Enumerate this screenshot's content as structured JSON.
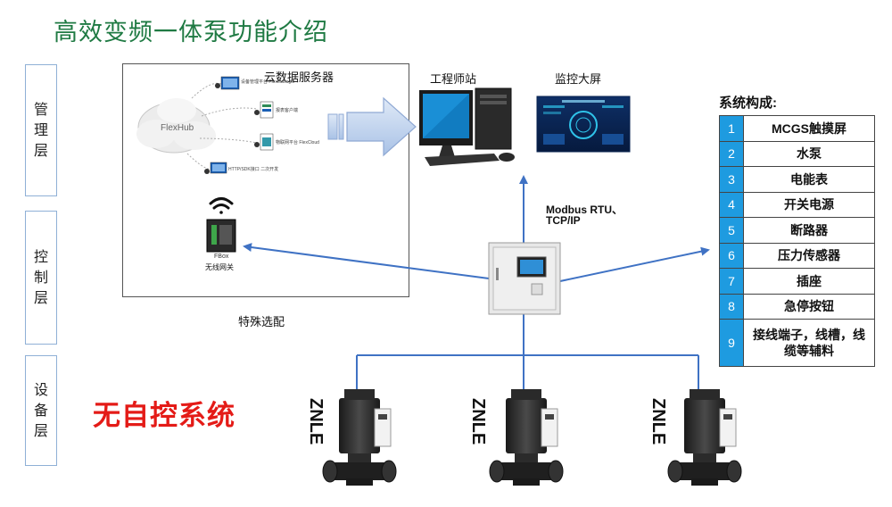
{
  "title": "高效变频一体泵功能介绍",
  "layers": [
    {
      "label": "管理层"
    },
    {
      "label": "控制层"
    },
    {
      "label": "设备层"
    }
  ],
  "cloud": {
    "server_label": "云数据服务器",
    "hub_label": "FlexHub",
    "items": [
      "设备管理平台 FlexManager",
      "报表客户端",
      "物联网平台 FlexCloud",
      "HTTP/SDK接口 二次开发"
    ],
    "gateway_label_1": "FBox",
    "gateway_label_2": "无线网关"
  },
  "special_option": "特殊选配",
  "workstation_label": "工程师站",
  "monitor_label": "监控大屏",
  "protocol_line1": "Modbus RTU、",
  "protocol_line2": "TCP/IP",
  "no_self_control": "无自控系统",
  "pump_brand": "ZNLE",
  "composition": {
    "title": "系统构成:",
    "items": [
      {
        "num": "1",
        "text": "MCGS触摸屏"
      },
      {
        "num": "2",
        "text": "水泵"
      },
      {
        "num": "3",
        "text": "电能表"
      },
      {
        "num": "4",
        "text": "开关电源"
      },
      {
        "num": "5",
        "text": "断路器"
      },
      {
        "num": "6",
        "text": "压力传感器"
      },
      {
        "num": "7",
        "text": "插座"
      },
      {
        "num": "8",
        "text": "急停按钮"
      },
      {
        "num": "9",
        "text": "接线端子，线槽，线缆等辅料"
      }
    ]
  },
  "colors": {
    "title": "#1f7a43",
    "accent_blue": "#1e9be0",
    "line_blue": "#3f72c4",
    "warning_red": "#e41b17"
  }
}
